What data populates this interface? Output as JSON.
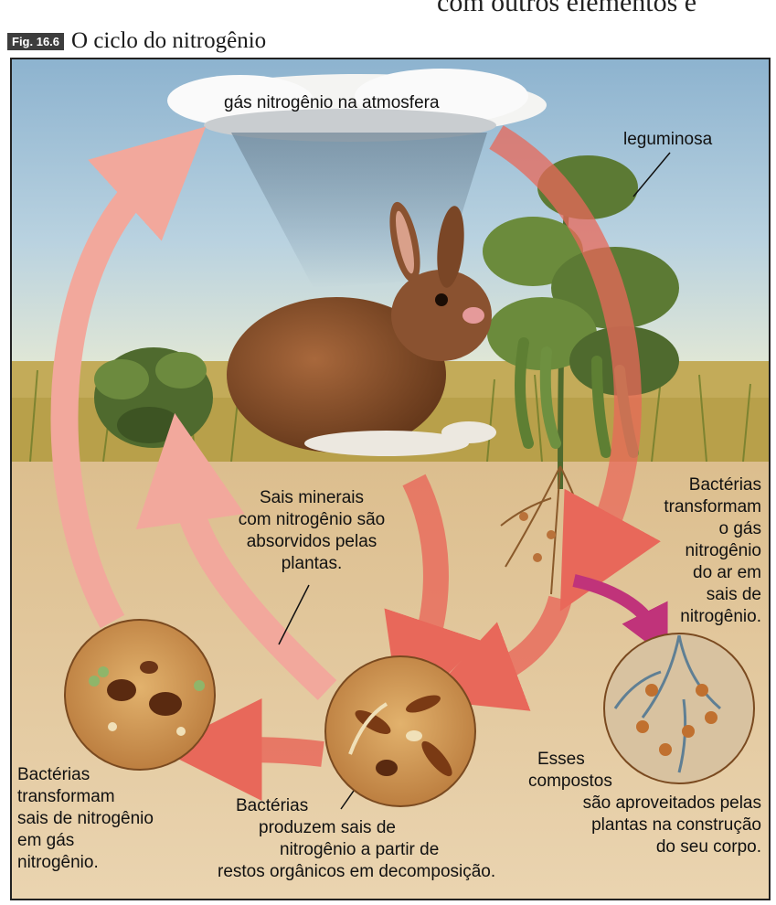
{
  "page": {
    "top_fragment": "com outros elementos e",
    "figure_badge": "Fig. 16.6",
    "figure_title": "O ciclo do nitrogênio"
  },
  "labels": {
    "atmosphere": "gás nitrogênio na atmosfera",
    "legume": "leguminosa",
    "fixation": [
      "Bactérias",
      "transformam",
      "o gás",
      "nitrogênio",
      "do ar em",
      "sais de",
      "nitrogênio."
    ],
    "absorption": [
      "Sais minerais",
      "com nitrogênio são",
      "absorvidos pelas",
      "plantas."
    ],
    "denitrification": [
      "Bactérias",
      "transformam",
      "sais de nitrogênio",
      "em gás",
      "nitrogênio."
    ],
    "decomposition": [
      "Bactérias",
      "produzem sais de",
      "nitrogênio a partir de",
      "restos orgânicos em decomposição."
    ],
    "usage": [
      "Esses",
      "compostos",
      "são aproveitados pelas",
      "plantas na construção",
      "do seu corpo."
    ]
  },
  "colors": {
    "arrow": "#e8685a",
    "arrow_light": "#f2a89c",
    "magenta_arrow": "#c0337a",
    "sky": "#9cc0d8",
    "soil": "#e4c9a0",
    "rabbit": "#8a5230",
    "grass": "#8c9a3c"
  }
}
